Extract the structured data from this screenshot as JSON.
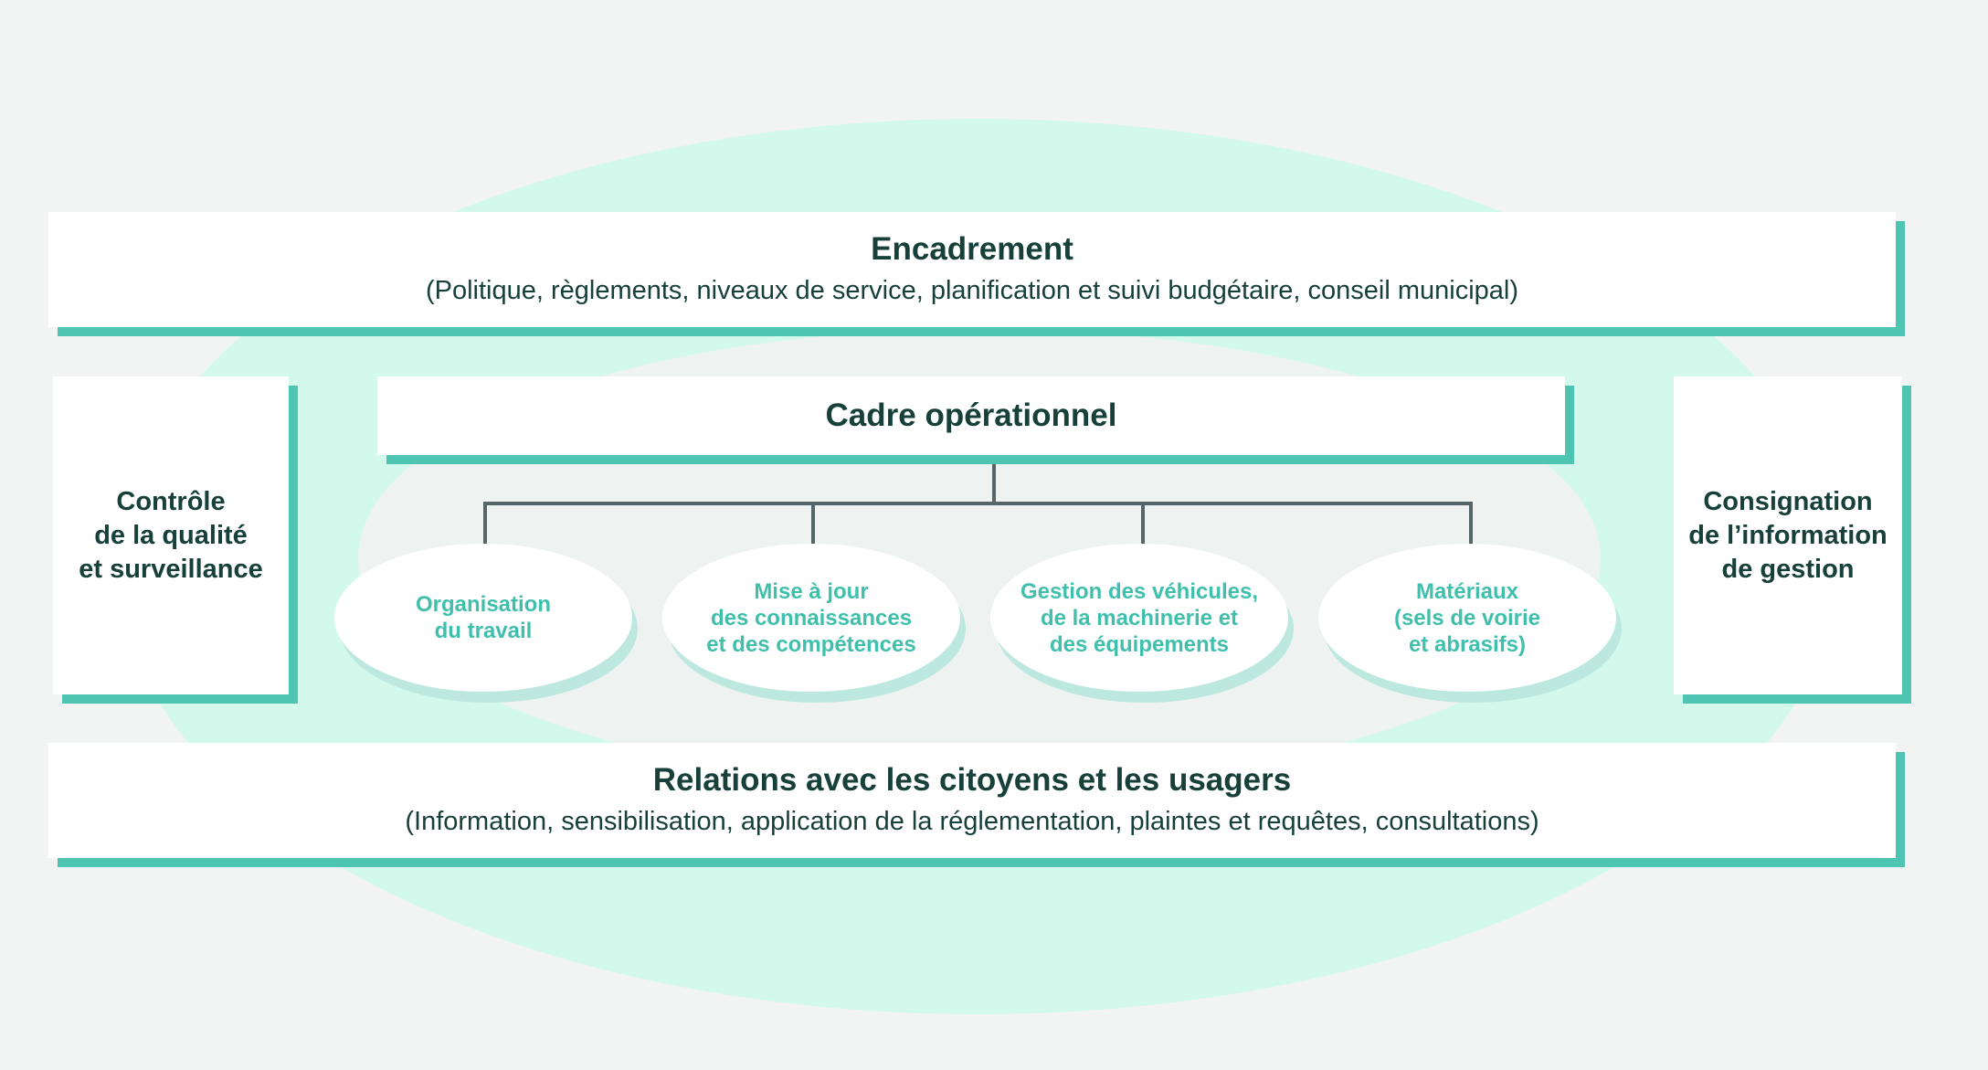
{
  "colors": {
    "background": "#f2f4f3",
    "outer_ellipse": "#d3f8ec",
    "inner_ellipse": "#eef3f1",
    "box_fill": "#ffffff",
    "box_shadow_accent": "#4ec5b2",
    "dark_text": "#17403b",
    "teal_text": "#3fbfac",
    "connector_line": "#55656a"
  },
  "encadrement": {
    "title": "Encadrement",
    "subtitle": "(Politique, règlements, niveaux de service, planification et suivi budgétaire, conseil municipal)"
  },
  "left_box": {
    "text": "Contrôle\nde la qualité\net surveillance"
  },
  "right_box": {
    "text": "Consignation\nde l’information\nde gestion"
  },
  "cadre": {
    "title": "Cadre opérationnel",
    "items": [
      {
        "label": "Organisation\ndu travail"
      },
      {
        "label": "Mise à jour\ndes connaissances\net des compétences"
      },
      {
        "label": "Gestion des véhicules,\nde la machinerie et\ndes équipements"
      },
      {
        "label": "Matériaux\n(sels de voirie\net abrasifs)"
      }
    ]
  },
  "relations": {
    "title": "Relations avec les citoyens et les usagers",
    "subtitle": "(Information, sensibilisation, application de la réglementation, plaintes et requêtes, consultations)"
  }
}
